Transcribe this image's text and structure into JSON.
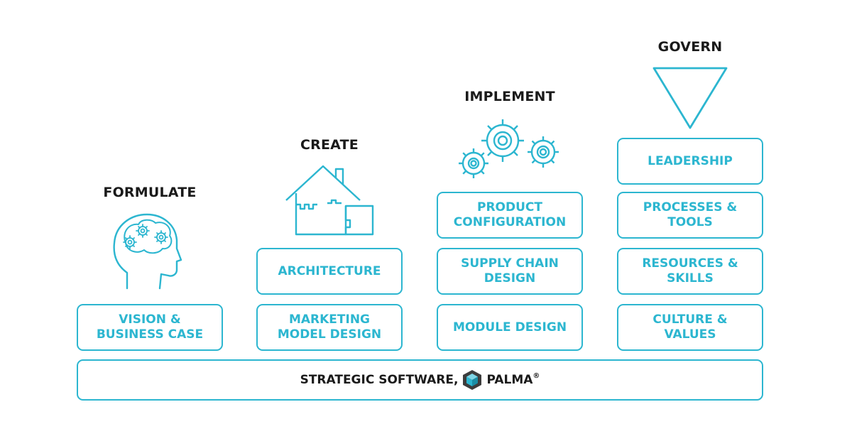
{
  "accent_color": "#2cb6d0",
  "columns": [
    {
      "heading": "FORMULATE",
      "icon": "brain-gears-icon",
      "boxes": [
        "VISION &\nBUSINESS CASE"
      ]
    },
    {
      "heading": "CREATE",
      "icon": "house-puzzle-icon",
      "boxes": [
        "ARCHITECTURE",
        "MARKETING\nMODEL DESIGN"
      ]
    },
    {
      "heading": "IMPLEMENT",
      "icon": "gears-icon",
      "boxes": [
        "PRODUCT\nCONFIGURATION",
        "SUPPLY CHAIN\nDESIGN",
        "MODULE DESIGN"
      ]
    },
    {
      "heading": "GOVERN",
      "icon": "funnel-triangle-icon",
      "boxes": [
        "LEADERSHIP",
        "PROCESSES &\nTOOLS",
        "RESOURCES &\nSKILLS",
        "CULTURE &\nVALUES"
      ]
    }
  ],
  "base": {
    "text": "STRATEGIC SOFTWARE,",
    "logo": "palma-cube-icon",
    "brand": "PALMA",
    "registered": "®"
  }
}
